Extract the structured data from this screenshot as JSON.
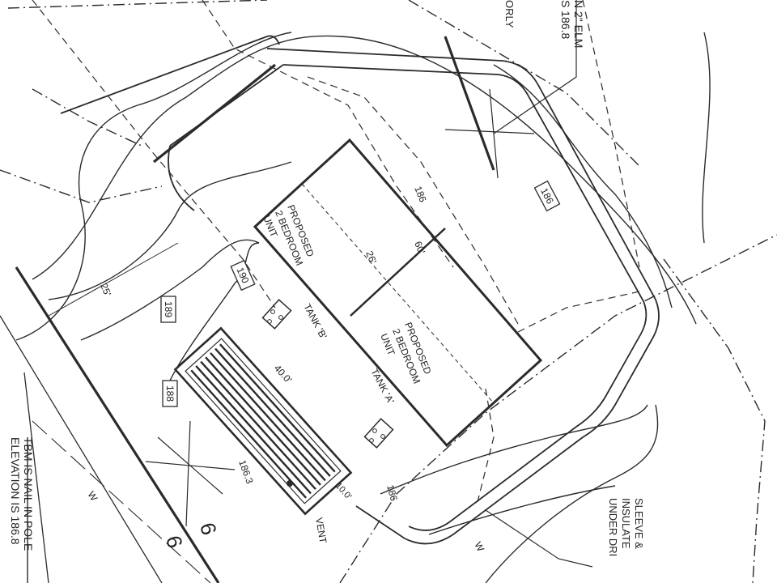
{
  "drawing": {
    "units": [
      {
        "line1": "PROPOSED",
        "line2": "2 BEDROOM",
        "line3": "UNIT"
      },
      {
        "line1": "PROPOSED",
        "line2": "2 BEDROOM",
        "line3": "UNIT"
      }
    ],
    "dimensions": {
      "building_length": "60'",
      "building_width": "26'",
      "leach_length": "40.0'",
      "leach_width": "10.0'",
      "setback": "25'"
    },
    "tanks": {
      "tank_a": "TANK 'A'",
      "tank_b": "TANK 'B'"
    },
    "contours": {
      "c186_top": "186",
      "c186_left": "186",
      "c186_bottom": "186",
      "c188": "188",
      "c189": "189",
      "c190": "190"
    },
    "spot_elevation": "186.3",
    "water_line_label": "W",
    "vent_label": "VENT",
    "pole_symbol": "6",
    "tbm_note": {
      "line1": "TBM IS NAIL IN POLE",
      "line2": "ELEVATION IS 186.8"
    },
    "elm_note": {
      "line1": "N 2\" ELM",
      "line2": "S 186.8"
    },
    "top_clip": "ORLY",
    "sleeve_note": {
      "line1": "SLEEVE &",
      "line2": "INSULATE",
      "line3": "UNDER DRI"
    }
  }
}
